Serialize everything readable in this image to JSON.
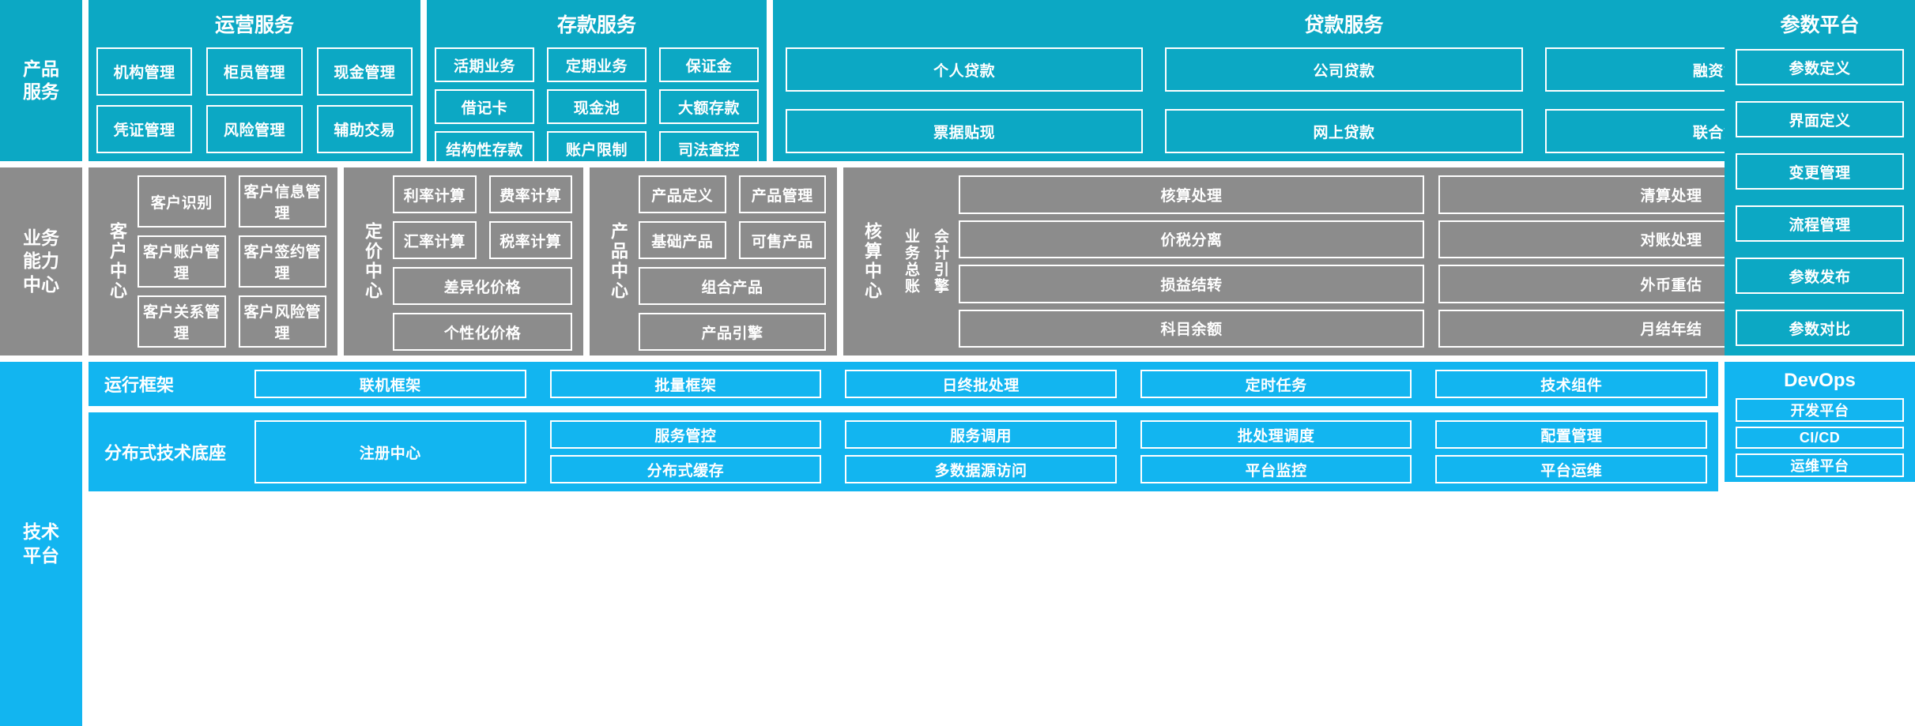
{
  "colors": {
    "teal": "#0CA8C4",
    "gray": "#8C8C8C",
    "bright_blue": "#12B5F0",
    "border": "#FFFFFF",
    "text": "#FFFFFF"
  },
  "layers": {
    "product_service": {
      "rail_label_line1": "产品",
      "rail_label_line2": "服务",
      "groups": [
        {
          "title": "运营服务",
          "items": [
            "机构管理",
            "柜员管理",
            "现金管理",
            "凭证管理",
            "风险管理",
            "辅助交易"
          ]
        },
        {
          "title": "存款服务",
          "items": [
            "活期业务",
            "定期业务",
            "保证金",
            "借记卡",
            "现金池",
            "大额存款",
            "结构性存款",
            "账户限制",
            "司法查控"
          ]
        },
        {
          "title": "贷款服务",
          "items": [
            "个人贷款",
            "公司贷款",
            "融资贷款",
            "票据贴现",
            "网上贷款",
            "联合贷款"
          ]
        }
      ]
    },
    "business_capability": {
      "rail_label_line1": "业务",
      "rail_label_line2": "能力",
      "rail_label_line3": "中心",
      "centers": [
        {
          "name": "客户中心",
          "sub_labels": [],
          "items": [
            {
              "label": "客户识别",
              "wide": false
            },
            {
              "label": "客户信息管理",
              "wide": false
            },
            {
              "label": "客户账户管理",
              "wide": false
            },
            {
              "label": "客户签约管理",
              "wide": false
            },
            {
              "label": "客户关系管理",
              "wide": false
            },
            {
              "label": "客户风险管理",
              "wide": false
            }
          ]
        },
        {
          "name": "定价中心",
          "sub_labels": [],
          "items": [
            {
              "label": "利率计算",
              "wide": false
            },
            {
              "label": "费率计算",
              "wide": false
            },
            {
              "label": "汇率计算",
              "wide": false
            },
            {
              "label": "税率计算",
              "wide": false
            },
            {
              "label": "差异化价格",
              "wide": true
            },
            {
              "label": "个性化价格",
              "wide": true
            }
          ]
        },
        {
          "name": "产品中心",
          "sub_labels": [],
          "items": [
            {
              "label": "产品定义",
              "wide": false
            },
            {
              "label": "产品管理",
              "wide": false
            },
            {
              "label": "基础产品",
              "wide": false
            },
            {
              "label": "可售产品",
              "wide": false
            },
            {
              "label": "组合产品",
              "wide": true
            },
            {
              "label": "产品引擎",
              "wide": true
            }
          ]
        },
        {
          "name": "核算中心",
          "sub_labels": [
            "会计引擎",
            "业务总账"
          ],
          "items": [
            {
              "label": "核算处理",
              "wide": false
            },
            {
              "label": "清算处理",
              "wide": false
            },
            {
              "label": "价税分离",
              "wide": false
            },
            {
              "label": "对账处理",
              "wide": false
            },
            {
              "label": "损益结转",
              "wide": false
            },
            {
              "label": "外币重估",
              "wide": false
            },
            {
              "label": "科目余额",
              "wide": false
            },
            {
              "label": "月结年结",
              "wide": false
            }
          ]
        }
      ]
    },
    "technology_platform": {
      "rail_label_line1": "技术",
      "rail_label_line2": "平台",
      "strips": [
        {
          "label": "运行框架",
          "cells": [
            {
              "label": "联机框架",
              "tall": false
            },
            {
              "label": "批量框架",
              "tall": false
            },
            {
              "label": "日终批处理",
              "tall": false
            },
            {
              "label": "定时任务",
              "tall": false
            },
            {
              "label": "技术组件",
              "tall": false
            }
          ]
        },
        {
          "label": "分布式技术底座",
          "cells": [
            {
              "label": "注册中心",
              "tall": true
            },
            {
              "label": "服务管控",
              "tall": false
            },
            {
              "label": "服务调用",
              "tall": false
            },
            {
              "label": "批处理调度",
              "tall": false
            },
            {
              "label": "配置管理",
              "tall": false
            },
            {
              "label": "分布式缓存",
              "tall": false
            },
            {
              "label": "多数据源访问",
              "tall": false
            },
            {
              "label": "平台监控",
              "tall": false
            },
            {
              "label": "平台运维",
              "tall": false
            }
          ]
        }
      ]
    }
  },
  "side_panels": {
    "parameter_platform": {
      "title": "参数平台",
      "items": [
        "参数定义",
        "界面定义",
        "变更管理",
        "流程管理",
        "参数发布",
        "参数对比"
      ]
    },
    "devops": {
      "title": "DevOps",
      "items": [
        "开发平台",
        "CI/CD",
        "运维平台"
      ]
    }
  }
}
